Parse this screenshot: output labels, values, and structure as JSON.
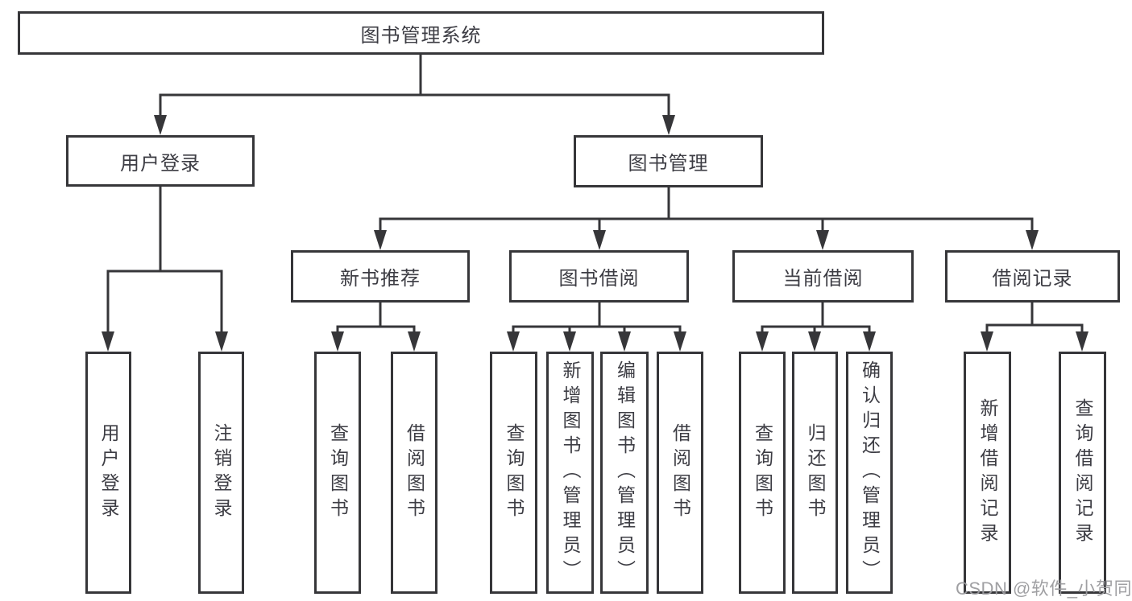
{
  "tree": {
    "root": {
      "label": "图书管理系统"
    },
    "children": [
      {
        "label": "用户登录",
        "children": [
          {
            "label": "用户登录"
          },
          {
            "label": "注销登录"
          }
        ]
      },
      {
        "label": "图书管理",
        "children": [
          {
            "label": "新书推荐",
            "children": [
              {
                "label": "查询图书"
              },
              {
                "label": "借阅图书"
              }
            ]
          },
          {
            "label": "图书借阅",
            "children": [
              {
                "label": "查询图书"
              },
              {
                "label": "新增图书（管理员）"
              },
              {
                "label": "编辑图书（管理员）"
              },
              {
                "label": "借阅图书"
              }
            ]
          },
          {
            "label": "当前借阅",
            "children": [
              {
                "label": "查询图书"
              },
              {
                "label": "归还图书"
              },
              {
                "label": "确认归还（管理员）"
              }
            ]
          },
          {
            "label": "借阅记录",
            "children": [
              {
                "label": "新增借阅记录"
              },
              {
                "label": "查询借阅记录"
              }
            ]
          }
        ]
      }
    ]
  },
  "watermark": {
    "text": "CSDN @软件_小贺同学"
  },
  "colors": {
    "line": "#363639",
    "text": "#3d3d44",
    "watermark": "#9b9b9e",
    "background": "#ffffff"
  }
}
